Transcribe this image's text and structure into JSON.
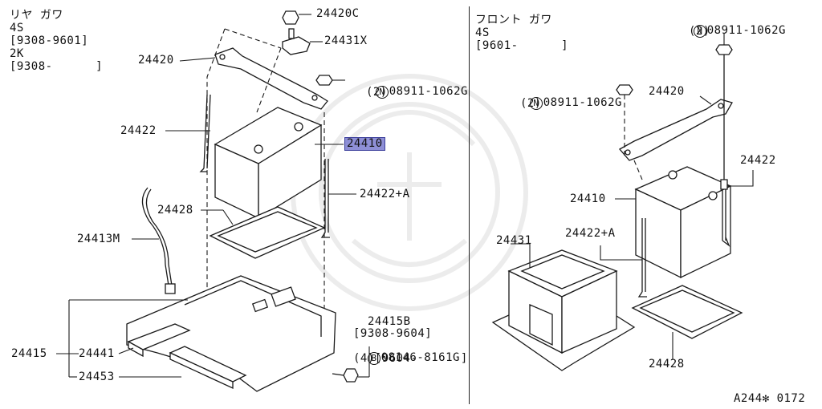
{
  "left_panel": {
    "applicability": [
      "リヤ ガワ",
      "4S",
      "[9308-9601]",
      "2K",
      "[9308-      ]"
    ]
  },
  "right_panel": {
    "applicability": [
      "フロント ガワ",
      "4S",
      "[9601-      ]"
    ]
  },
  "left_labels": {
    "p24420c": "24420C",
    "p24431x": "24431X",
    "p24420": "24420",
    "p24422": "24422",
    "p24410": "24410",
    "p24422a": "24422+A",
    "p24428": "24428",
    "p24413m": "24413M",
    "p24415": "24415",
    "p24441": "24441",
    "p24453": "24453"
  },
  "left_bolt_callout": {
    "circle": "N",
    "part": "08911-1062G",
    "qty": "(2)"
  },
  "left_24415b": {
    "part": "24415B",
    "date": "[9308-9604]",
    "circle": "B",
    "bolt": "08146-8161G",
    "qty": "(4)[9604-      ]"
  },
  "right_labels": {
    "p24420": "24420",
    "p24422": "24422",
    "p24410": "24410",
    "p24422a": "24422+A",
    "p24431": "24431",
    "p24428": "24428"
  },
  "right_bolt_top": {
    "circle": "N",
    "part": "08911-1062G",
    "qty": "(2)"
  },
  "right_bolt_mid": {
    "circle": "N",
    "part": "08911-1062G",
    "qty": "(2)"
  },
  "highlight_color": "#8e8fd6",
  "footer_code": "A244✻ 0172"
}
